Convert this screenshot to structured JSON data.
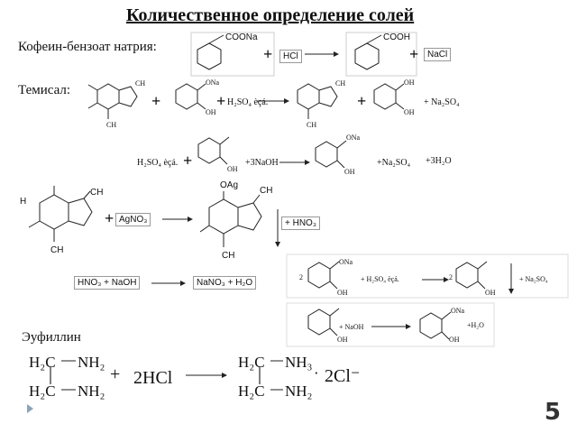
{
  "title": "Количественное определение солей",
  "labels": {
    "caffeine": "Кофеин-бензоат натрия:",
    "temisal": "Темисал:",
    "euphyllin": "Эуфиллин"
  },
  "row1": {
    "g1": "COONa",
    "plus1": "+",
    "hcl": "HCl",
    "g2": "COOH",
    "plus2": "+",
    "nacl": "NaCl"
  },
  "row2": {
    "plus1": "+",
    "ch3a": "CH",
    "ch3b": "CH",
    "ona": "ONa",
    "oh": "OH",
    "plus2": "+",
    "h2so4": "H₂SO₄ èçá.",
    "plus3": "+",
    "ch3c": "CH",
    "ch3d": "CH",
    "ooh": "OH",
    "oh2": "OH",
    "plus4": "+",
    "na2so4": "+ Na₂SO₄"
  },
  "row3": {
    "h2so4": "H₂SO₄ èçá.",
    "plus": "+",
    "oh": "OH",
    "naoh": "+3NaOH",
    "ona": "ONa",
    "oh2": "OH",
    "na2so4": "+Na₂SO₄",
    "h2o": "+3H₂O"
  },
  "row4": {
    "ch3": "CH",
    "h": "H",
    "ch3b": "CH",
    "plus": "+",
    "agno3": "AgNO₃",
    "oag": "OAg",
    "ch3c": "CH",
    "ch3d": "CH",
    "hno3": "+ HNO₃"
  },
  "row5": {
    "eq": "HNO₃ + NaOH",
    "prod": "NaNO₃ + H₂O"
  },
  "row6": {
    "two": "2",
    "ona": "ONa",
    "oh": "OH",
    "h2so4": "+ H₂SO₄ èçá.",
    "two2": "2",
    "oh2": "OH",
    "na2so4": "+ Na₂SO₄"
  },
  "row7": {
    "oh": "OH",
    "naoh": "+ NaOH",
    "ona": "ONa",
    "oh2": "OH",
    "h2o": "+H₂O"
  },
  "row8": {
    "h2c1": "H₂C",
    "nh2a": "NH₂",
    "h2c2": "H₂C",
    "nh2b": "NH₂",
    "plus": "+",
    "hcl": "2HCl",
    "h2c3": "H₂C",
    "nh3a": "NH₃",
    "h2c4": "H₂C",
    "nh3b": "NH₂",
    "dot": "·",
    "cl": "2Cl⁻"
  },
  "page_number": "5"
}
